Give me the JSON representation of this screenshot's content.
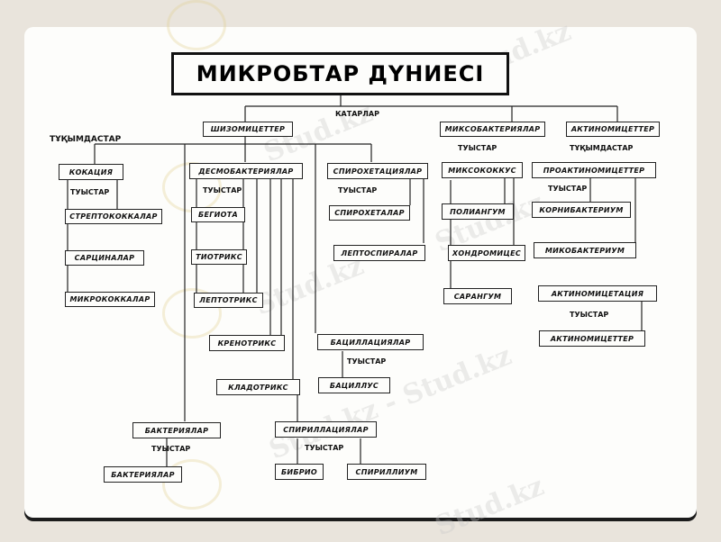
{
  "title": "МИКРОБТАР ДҮНИЕСІ",
  "labels": {
    "kataralar": "КАТАРЛАР",
    "tukymdastar": "ТҰҚЫМДАСТАР",
    "tukymdastar2": "ТҰҚЫМДАСТАР",
    "tystar1": "ТУЫСТАР",
    "tystar2": "ТУЫСТАР",
    "tystar3": "ТУЫСТАР",
    "tystar4": "ТУЫСТАР",
    "tystar5": "ТУЫСТАР",
    "tystar6": "ТУЫСТАР",
    "tystar7": "ТУЫСТАР",
    "tystar8": "ТУЫСТАР",
    "tystar9": "ТУЫСТАР"
  },
  "nodes": {
    "shizomicetter": "ШИЗОМИЦЕТТЕР",
    "mikobakteriyalar": "МИКСОБАКТЕРИЯЛАР",
    "aktinomicetter_top": "АКТИНОМИЦЕТТЕР",
    "kokacia": "КОКАЦИЯ",
    "streptokokkalar": "СТРЕПТОКОККАЛАР",
    "sarcinalar": "САРЦИНАЛАР",
    "mikrokokkalar": "МИКРОКОККАЛАР",
    "desmobakteriyalar": "ДЕСМОБАКТЕРИЯЛАР",
    "begiota": "БЕГИОТА",
    "tiotriks": "ТИОТРИКС",
    "leptotriks": "ЛЕПТОТРИКС",
    "krenotriks": "КРЕНОТРИКС",
    "kladotriks": "КЛАДОТРИКС",
    "spiroxetaciyalar": "СПИРОХЕТАЦИЯЛАР",
    "spiroxetalar": "СПИРОХЕТАЛАР",
    "leptospiralar": "ЛЕПТОСПИРАЛАР",
    "bacillaciyalar": "БАЦИЛЛАЦИЯЛАР",
    "bacillyus": "БАЦИЛЛУС",
    "spirillaciyalar": "СПИРИЛЛАЦИЯЛАР",
    "bibrio": "БИБРИО",
    "spirillum": "СПИРИЛЛИУМ",
    "bakteriyalar1": "БАКТЕРИЯЛАР",
    "bakteriyalar2": "БАКТЕРИЯЛАР",
    "miksokokkus": "МИКСОКОККУС",
    "poliangum": "ПОЛИАНГУМ",
    "xondromices": "ХОНДРОМИЦЕС",
    "sarangum": "САРАНГУМ",
    "proaktinomicetter": "ПРОАКТИНОМИЦЕТТЕР",
    "kornibakterium": "КОРНИБАКТЕРИУМ",
    "mikobakterium": "МИКОБАКТЕРИУМ",
    "aktinomicetaciya": "АКТИНОМИЦЕТАЦИЯ",
    "aktinomicetter": "АКТИНОМИЦЕТТЕР"
  },
  "watermark": "Stud.kz",
  "watermark_dash": "Stud.kz - Stud.kz"
}
